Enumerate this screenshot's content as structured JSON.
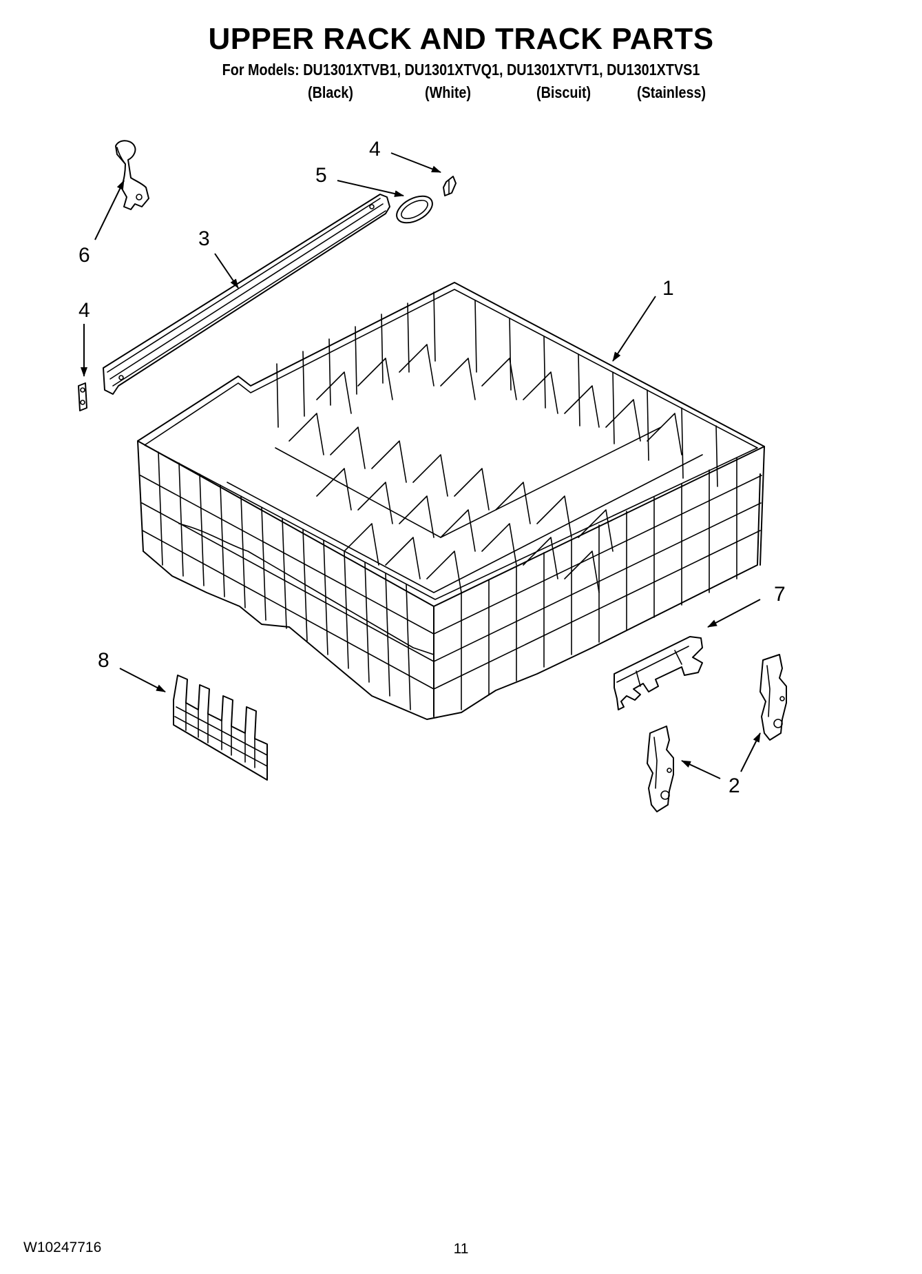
{
  "header": {
    "title": "UPPER RACK AND TRACK PARTS",
    "models_line": "For Models: DU1301XTVB1, DU1301XTVQ1, DU1301XTVT1, DU1301XTVS1",
    "variants": [
      "(Black)",
      "(White)",
      "(Biscuit)",
      "(Stainless)"
    ]
  },
  "callouts": {
    "c1": "1",
    "c2": "2",
    "c3": "3",
    "c4a": "4",
    "c4b": "4",
    "c5": "5",
    "c6": "6",
    "c7": "7",
    "c8": "8"
  },
  "footer": {
    "doc_number": "W10247716",
    "page_number": "11"
  }
}
